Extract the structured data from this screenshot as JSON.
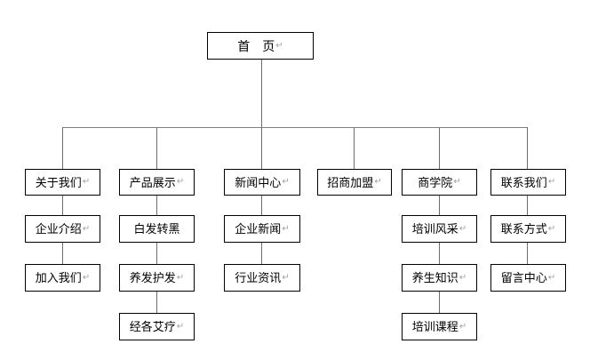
{
  "diagram": {
    "title": "website sitemap",
    "return_mark": "↵",
    "root": {
      "label": "首　页"
    },
    "columns": [
      {
        "label": "关于我们",
        "children": [
          {
            "label": "企业介绍"
          },
          {
            "label": "加入我们"
          }
        ]
      },
      {
        "label": "产品展示",
        "children": [
          {
            "label": "白发转黑"
          },
          {
            "label": "养发护发"
          },
          {
            "label": "经各艾疗"
          }
        ]
      },
      {
        "label": "新闻中心",
        "children": [
          {
            "label": "企业新闻"
          },
          {
            "label": "行业资讯"
          }
        ]
      },
      {
        "label": "招商加盟",
        "children": []
      },
      {
        "label": "商学院",
        "children": [
          {
            "label": "培训风采"
          },
          {
            "label": "养生知识"
          },
          {
            "label": "培训课程"
          }
        ]
      },
      {
        "label": "联系我们",
        "children": [
          {
            "label": "联系方式"
          },
          {
            "label": "留言中心"
          }
        ]
      }
    ],
    "colors": {
      "box_border": "#000000",
      "box_fill": "#ffffff",
      "text": "#000000",
      "connector": "#6e6e6e",
      "paragraph_mark": "#a0a0a0",
      "background": "#ffffff"
    }
  }
}
